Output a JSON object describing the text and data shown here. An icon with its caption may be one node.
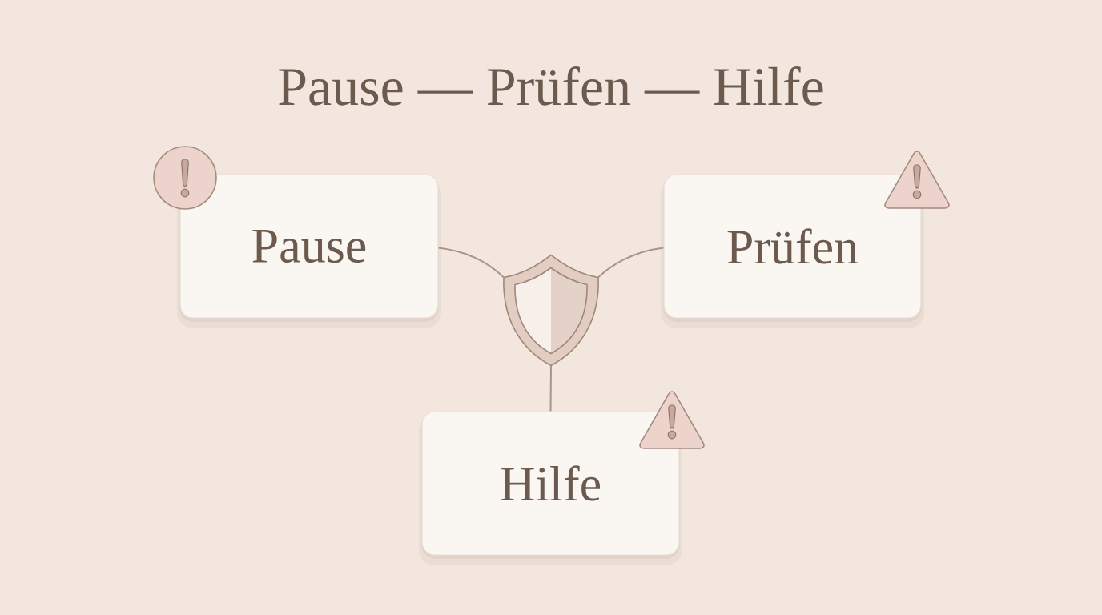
{
  "diagram": {
    "title": "Pause — Prüfen — Hilfe",
    "nodes": [
      {
        "text": [
          "Pause"
        ]
      },
      {
        "text": [
          "Prüfen"
        ]
      },
      {
        "text": [
          "Hilfe"
        ]
      },
      {
        "text": [],
        "shape": "shield"
      }
    ],
    "edges": [
      {
        "from": 0,
        "to": 3,
        "arrow": "none"
      },
      {
        "from": 3,
        "to": 1,
        "arrow": "none"
      },
      {
        "from": 3,
        "to": 2,
        "arrow": "none"
      }
    ]
  }
}
